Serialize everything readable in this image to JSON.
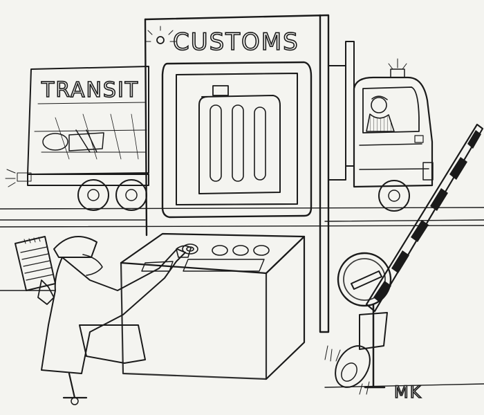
{
  "scene": {
    "trailer_label": "TRANSIT",
    "booth_sign": "CUSTOMS",
    "signature": "MK"
  },
  "colors": {
    "ink": "#1a1a1a",
    "paper": "#f4f4f0"
  }
}
